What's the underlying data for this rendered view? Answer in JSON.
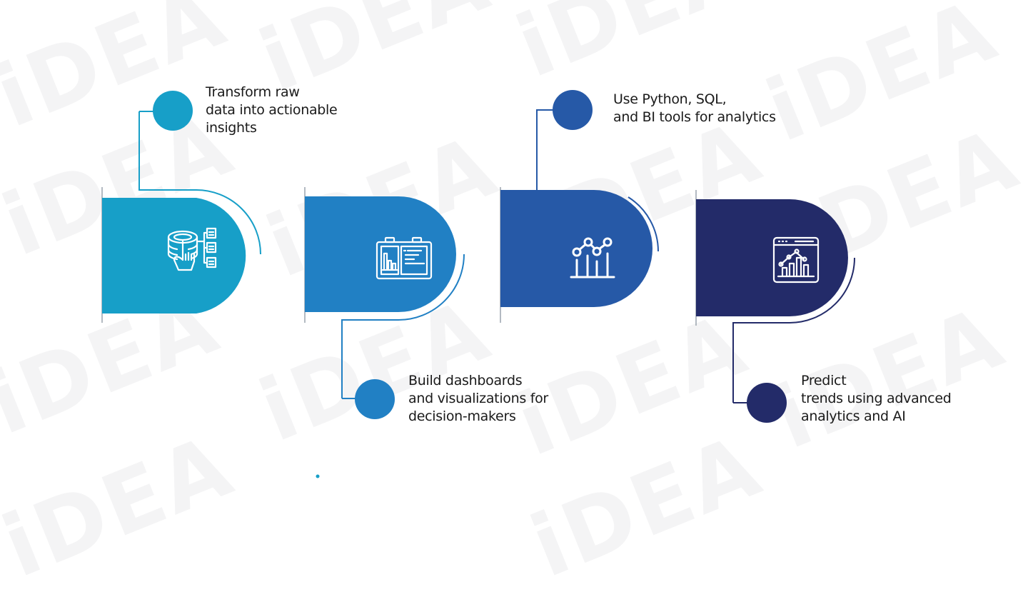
{
  "watermark": {
    "text": "iDEA"
  },
  "colors": {
    "step1": "#179fc8",
    "step2": "#2180c4",
    "step3": "#2659a7",
    "step4": "#232b69",
    "text": "#1a1a1a",
    "background": "#ffffff"
  },
  "steps": [
    {
      "id": 1,
      "icon": "database-hand-hierarchy-icon",
      "description_lines": [
        "Transform raw",
        "data into actionable",
        "insights"
      ],
      "label_position": "top"
    },
    {
      "id": 2,
      "icon": "dashboard-board-icon",
      "description_lines": [
        "Build dashboards",
        "and visualizations for",
        "decision-makers"
      ],
      "label_position": "bottom"
    },
    {
      "id": 3,
      "icon": "analytics-chart-icon",
      "description_lines": [
        "Use Python, SQL,",
        "and BI tools for analytics"
      ],
      "label_position": "top"
    },
    {
      "id": 4,
      "icon": "browser-trend-chart-icon",
      "description_lines": [
        "Predict",
        "trends using advanced",
        "analytics and AI"
      ],
      "label_position": "bottom"
    }
  ]
}
